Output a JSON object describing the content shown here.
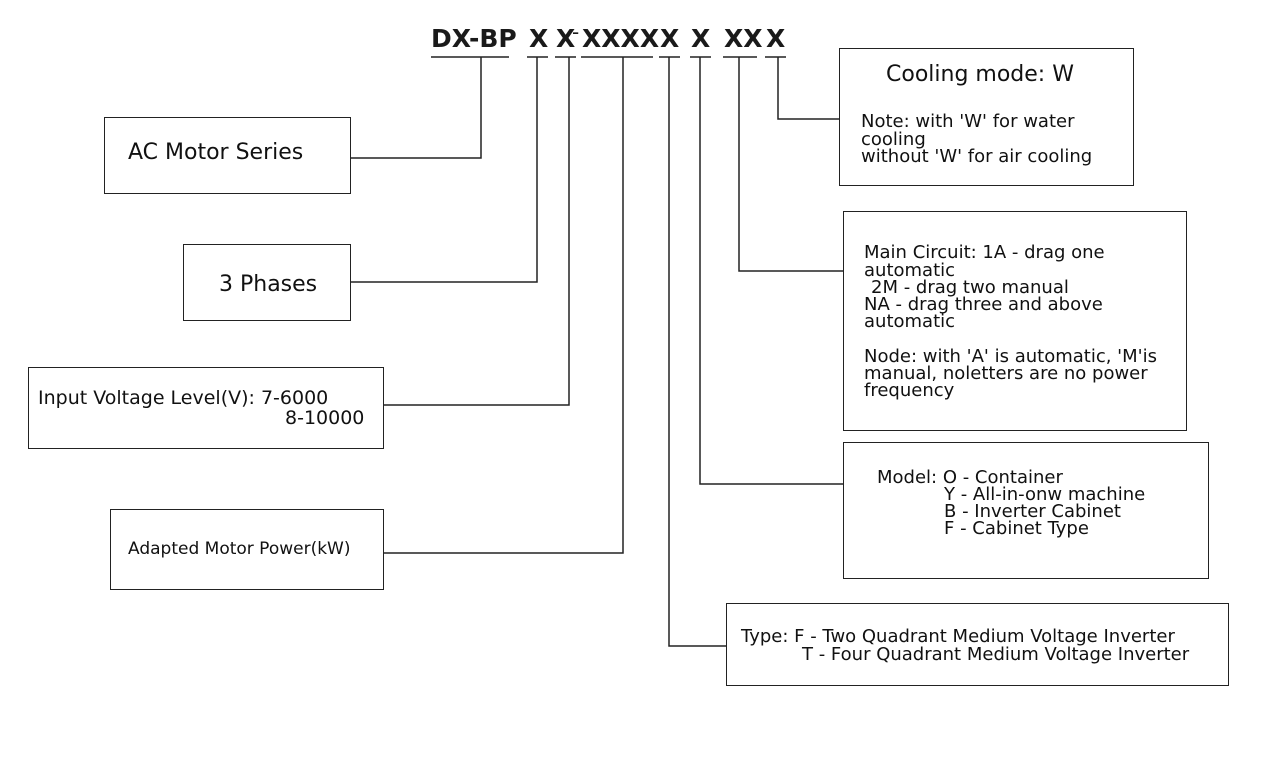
{
  "code": {
    "prefix": "DX-BP",
    "x1": "X",
    "x2": "X",
    "dash": "-",
    "xxxx": "XXXX",
    "x3": "X",
    "x4": "X",
    "xx": "XX",
    "x5": "X"
  },
  "series": {
    "label": "AC Motor Series"
  },
  "phases": {
    "label": "3 Phases"
  },
  "voltage": {
    "line1": "Input Voltage Level(V): 7-6000",
    "line2": "8-10000"
  },
  "power": {
    "label": "Adapted Motor Power(kW)"
  },
  "cooling": {
    "title": "Cooling mode: W",
    "note1": "Note: with 'W' for water",
    "note2": "cooling",
    "note3": "without 'W' for air cooling"
  },
  "circuit": {
    "l1": "Main Circuit: 1A - drag one",
    "l2": "automatic",
    "l3": "2M - drag two manual",
    "l4": "NA - drag three and above",
    "l5": "automatic",
    "n1": "Node: with 'A' is automatic, 'M'is",
    "n2": "manual, noletters are no power",
    "n3": "frequency"
  },
  "model": {
    "l1": "Model: O - Container",
    "l2": "Y - All-in-onw machine",
    "l3": "B - Inverter Cabinet",
    "l4": "F - Cabinet Type"
  },
  "type": {
    "l1": "Type: F - Two Quadrant Medium Voltage Inverter",
    "l2": "T - Four Quadrant Medium Voltage Inverter"
  }
}
